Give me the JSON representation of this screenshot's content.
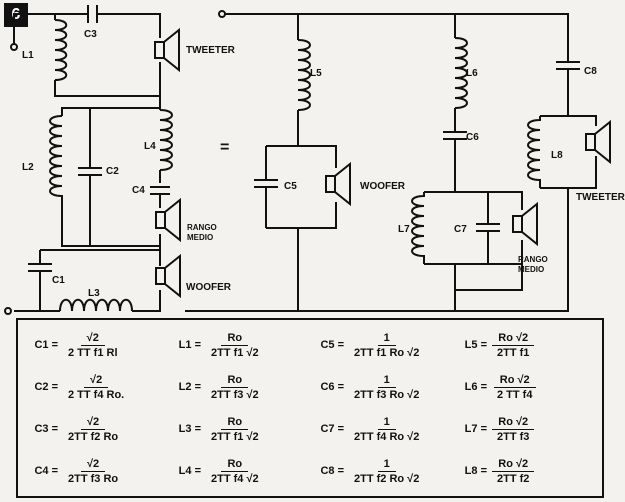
{
  "figure_number": "6",
  "labels": {
    "L1": "L1",
    "C3": "C3",
    "tweeter_left": "TWEETER",
    "L4": "L4",
    "L2": "L2",
    "C2": "C2",
    "C4": "C4",
    "rango_left": "RANGO",
    "medio_left": "MEDIO",
    "C1": "C1",
    "L3": "L3",
    "woofer_left": "WOOFER",
    "equals": "=",
    "L5": "L5",
    "C5": "C5",
    "woofer_right": "WOOFER",
    "L6": "L6",
    "C6": "C6",
    "L7": "L7",
    "C7": "C7",
    "rango_right": "RANGO",
    "medio_right": "MEDIO",
    "C8": "C8",
    "L8": "L8",
    "tweeter_right": "TWEETER"
  },
  "formulas": [
    {
      "label": "C1 =",
      "num": "√2",
      "den": "2 TT f1  Rl"
    },
    {
      "label": "L1 =",
      "num": "Ro",
      "den": "2TT  f1  √2"
    },
    {
      "label": "C5 =",
      "num": "1",
      "den": "2TT f1 Ro √2"
    },
    {
      "label": "L5 =",
      "num": "Ro  √2",
      "den": "2TT  f1"
    },
    {
      "label": "C2 =",
      "num": "√2",
      "den": "2 TT f4 Ro."
    },
    {
      "label": "L2 =",
      "num": "Ro",
      "den": "2TT  f3  √2"
    },
    {
      "label": "C6 =",
      "num": "1",
      "den": "2TT f3 Ro √2"
    },
    {
      "label": "L6 =",
      "num": "Ro  √2",
      "den": "2 TT  f4"
    },
    {
      "label": "C3 =",
      "num": "√2",
      "den": "2TT f2  Ro"
    },
    {
      "label": "L3 =",
      "num": "Ro",
      "den": "2TT  f1  √2"
    },
    {
      "label": "C7 =",
      "num": "1",
      "den": "2TT f4 Ro √2"
    },
    {
      "label": "L7 =",
      "num": "Ro  √2",
      "den": "2TT  f3"
    },
    {
      "label": "C4 =",
      "num": "√2",
      "den": "2TT f3  Ro"
    },
    {
      "label": "L4 =",
      "num": "Ro",
      "den": "2TT  f4  √2"
    },
    {
      "label": "C8 =",
      "num": "1",
      "den": "2TT f2 Ro √2"
    },
    {
      "label": "L8 =",
      "num": "Ro  √2",
      "den": "2TT  f2"
    }
  ]
}
